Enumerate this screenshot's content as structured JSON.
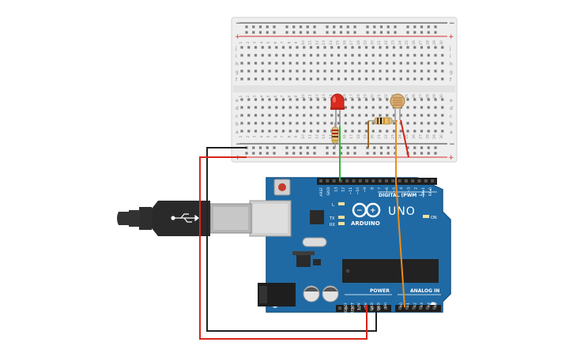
{
  "colors": {
    "board": "#1f6aa5",
    "board_dark": "#175789",
    "breadboard": "#eeeeee",
    "breadboard_hole": "#7a7a7a",
    "rail_red": "#d62d2d",
    "rail_dark": "#333333",
    "wire_red": "#d9241b",
    "wire_black": "#222222",
    "wire_green": "#2db53a",
    "wire_orange": "#f08c1a",
    "led_red": "#d92a1f",
    "usb_cable": "#333333"
  },
  "breadboard": {
    "plus": "+",
    "minus": "−",
    "row_letters_top": [
      "j",
      "i",
      "h",
      "g",
      "f"
    ],
    "row_letters_bottom": [
      "e",
      "d",
      "c",
      "b",
      "a"
    ],
    "column_numbers": [
      "1",
      "2",
      "3",
      "4",
      "5",
      "6",
      "7",
      "8",
      "9",
      "10",
      "11",
      "12",
      "13",
      "14",
      "15",
      "16",
      "17",
      "18",
      "19",
      "20",
      "21",
      "22",
      "23",
      "24",
      "25",
      "26",
      "27",
      "28",
      "29",
      "30"
    ]
  },
  "arduino": {
    "logo": "ARDUINO",
    "model": "UNO",
    "digital_label": "DIGITAL (PWM ~)",
    "power_label": "POWER",
    "analog_label": "ANALOG IN",
    "on_label": "ON",
    "led_l_label": "L",
    "tx_label": "TX",
    "rx_label": "RX",
    "digital_pins": [
      "AREF",
      "GND",
      "13",
      "12",
      "~11",
      "~10",
      "~9",
      "8",
      "7",
      "~6",
      "~5",
      "4",
      "~3",
      "2",
      "TX▸1",
      "RX◂0"
    ],
    "power_pins": [
      "IOREF",
      "RESET",
      "3.3V",
      "5V",
      "GND",
      "GND",
      "Vin"
    ],
    "analog_pins": [
      "A0",
      "A1",
      "A2",
      "A3",
      "A4",
      "A5"
    ]
  }
}
